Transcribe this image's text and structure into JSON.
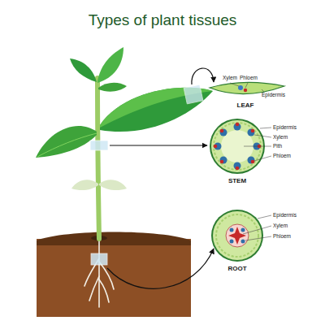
{
  "diagram": {
    "title": "Types of plant tissues",
    "labels": [
      "Xylem",
      "Phloem",
      "Epidermis",
      "LEAF",
      "Epidermis",
      "Xylem",
      "Pith",
      "Phloem",
      "STEM",
      "Epidermis",
      "Xylem",
      "Phloem",
      "ROOT"
    ]
  }
}
